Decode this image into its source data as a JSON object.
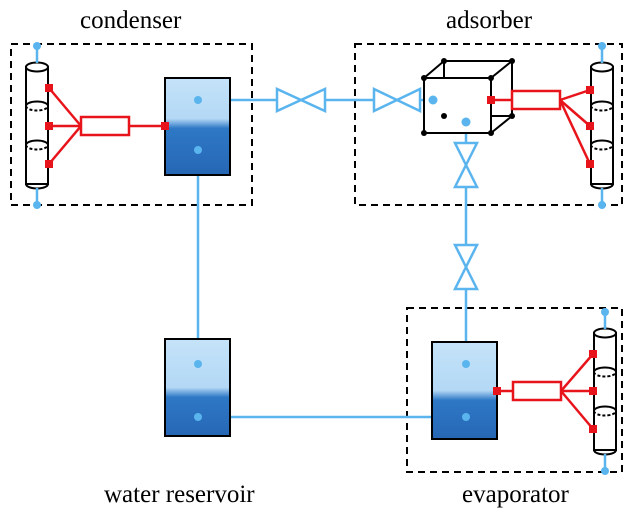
{
  "labels": {
    "condenser": "condenser",
    "adsorber": "adsorber",
    "water_reservoir": "water reservoir",
    "evaporator": "evaporator"
  },
  "colors": {
    "water_line": "#5ab4ee",
    "water_light": "#bfe0f8",
    "water_dark": "#2b73c2",
    "heat_link": "#e8141b",
    "box_border": "#000000"
  },
  "icons": [
    "valve-icon",
    "heat-exchanger-icon",
    "adsorber-cube-icon",
    "water-tank-icon",
    "heating-element-icon"
  ]
}
